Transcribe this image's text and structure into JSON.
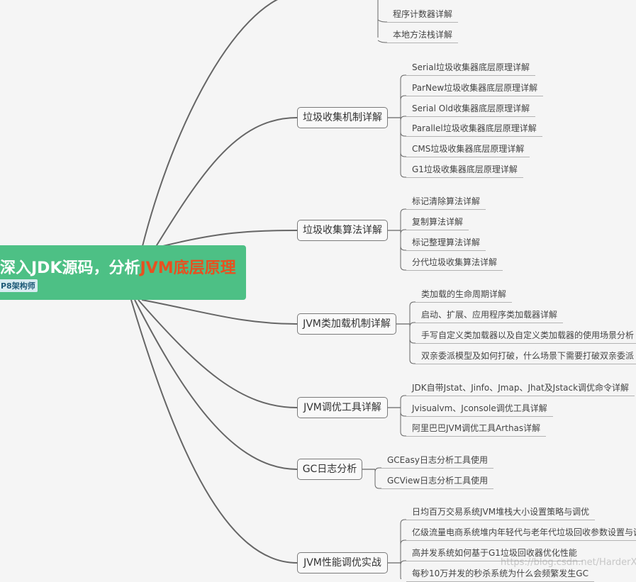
{
  "root": {
    "title_main": "深入JDK源码，分析",
    "title_accent": "JVM底层原理",
    "tag": "P8架构师"
  },
  "partial_leaves": [
    "程序计数器详解",
    "本地方法栈详解"
  ],
  "branches": [
    {
      "label": "垃圾收集机制详解",
      "leaves": [
        "Serial垃圾收集器底层原理详解",
        "ParNew垃圾收集器底层原理详解",
        "Serial Old收集器底层原理详解",
        "Parallel垃圾收集器底层原理详解",
        "CMS垃圾收集器底层原理详解",
        "G1垃圾收集器底层原理详解"
      ]
    },
    {
      "label": "垃圾收集算法详解",
      "leaves": [
        "标记清除算法详解",
        "复制算法详解",
        "标记整理算法详解",
        "分代垃圾收集算法详解"
      ]
    },
    {
      "label": "JVM类加载机制详解",
      "leaves": [
        "类加载的生命周期详解",
        "启动、扩展、应用程序类加载器详解",
        "手写自定义类加载器以及自定义类加载器的使用场景分析",
        "双亲委派模型及如何打破，什么场景下需要打破双亲委派"
      ]
    },
    {
      "label": "JVM调优工具详解",
      "leaves": [
        "JDK自带Jstat、Jinfo、Jmap、Jhat及Jstack调优命令详解",
        "Jvisualvm、Jconsole调优工具详解",
        "阿里巴巴JVM调优工具Arthas详解"
      ]
    },
    {
      "label": "GC日志分析",
      "leaves": [
        "GCEasy日志分析工具使用",
        "GCView日志分析工具使用"
      ]
    },
    {
      "label": "JVM性能调优实战",
      "leaves": [
        "日均百万交易系统JVM堆栈大小设置策略与调优",
        "亿级流量电商系统堆内年轻代与老年代垃圾回收参数设置与调优",
        "高并发系统如何基于G1垃圾回收器优化性能",
        "每秒10万并发的秒杀系统为什么会频繁发生GC"
      ]
    }
  ],
  "watermark": "https://blog.csdn.net/HarderXin",
  "colors": {
    "root_bg": "#4dc085",
    "accent": "#e8501f",
    "tag_text": "#1e5a78",
    "line": "#666666"
  }
}
